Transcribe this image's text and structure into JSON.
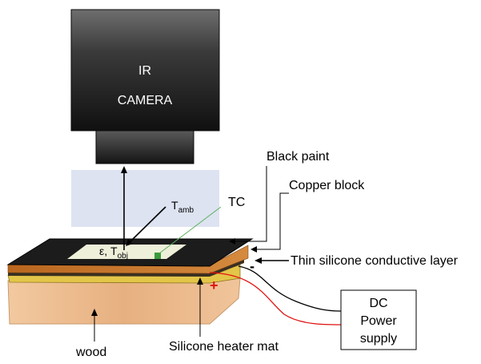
{
  "camera": {
    "line1": "IR",
    "line2": "CAMERA"
  },
  "labels": {
    "black_paint": "Black paint",
    "copper_block": "Copper block",
    "tc": "TC",
    "thin_layer": "Thin silicone conductive layer",
    "heater_mat": "Silicone heater mat",
    "wood": "wood",
    "t_amb_base": "T",
    "t_amb_sub": "amb",
    "eps_base": "ε, T",
    "eps_sub": "obj",
    "plus": "+",
    "minus": "-"
  },
  "power_supply": {
    "line1": "DC",
    "line2": "Power",
    "line3": "supply"
  },
  "colors": {
    "camera_dark": "#1a1a1a",
    "camera_light": "#6e6e6e",
    "field_of_view": "#dde3f1",
    "black_paint": "#1c1c1c",
    "copper": "#c8752a",
    "silicone_layer": "#3a3020",
    "heater_mat": "#e0c24a",
    "wood": "#e9b98d",
    "sample_area": "#eef0da",
    "thermocouple": "#3c9a3c",
    "positive_wire": "#e01010",
    "negative_wire": "#000000"
  }
}
